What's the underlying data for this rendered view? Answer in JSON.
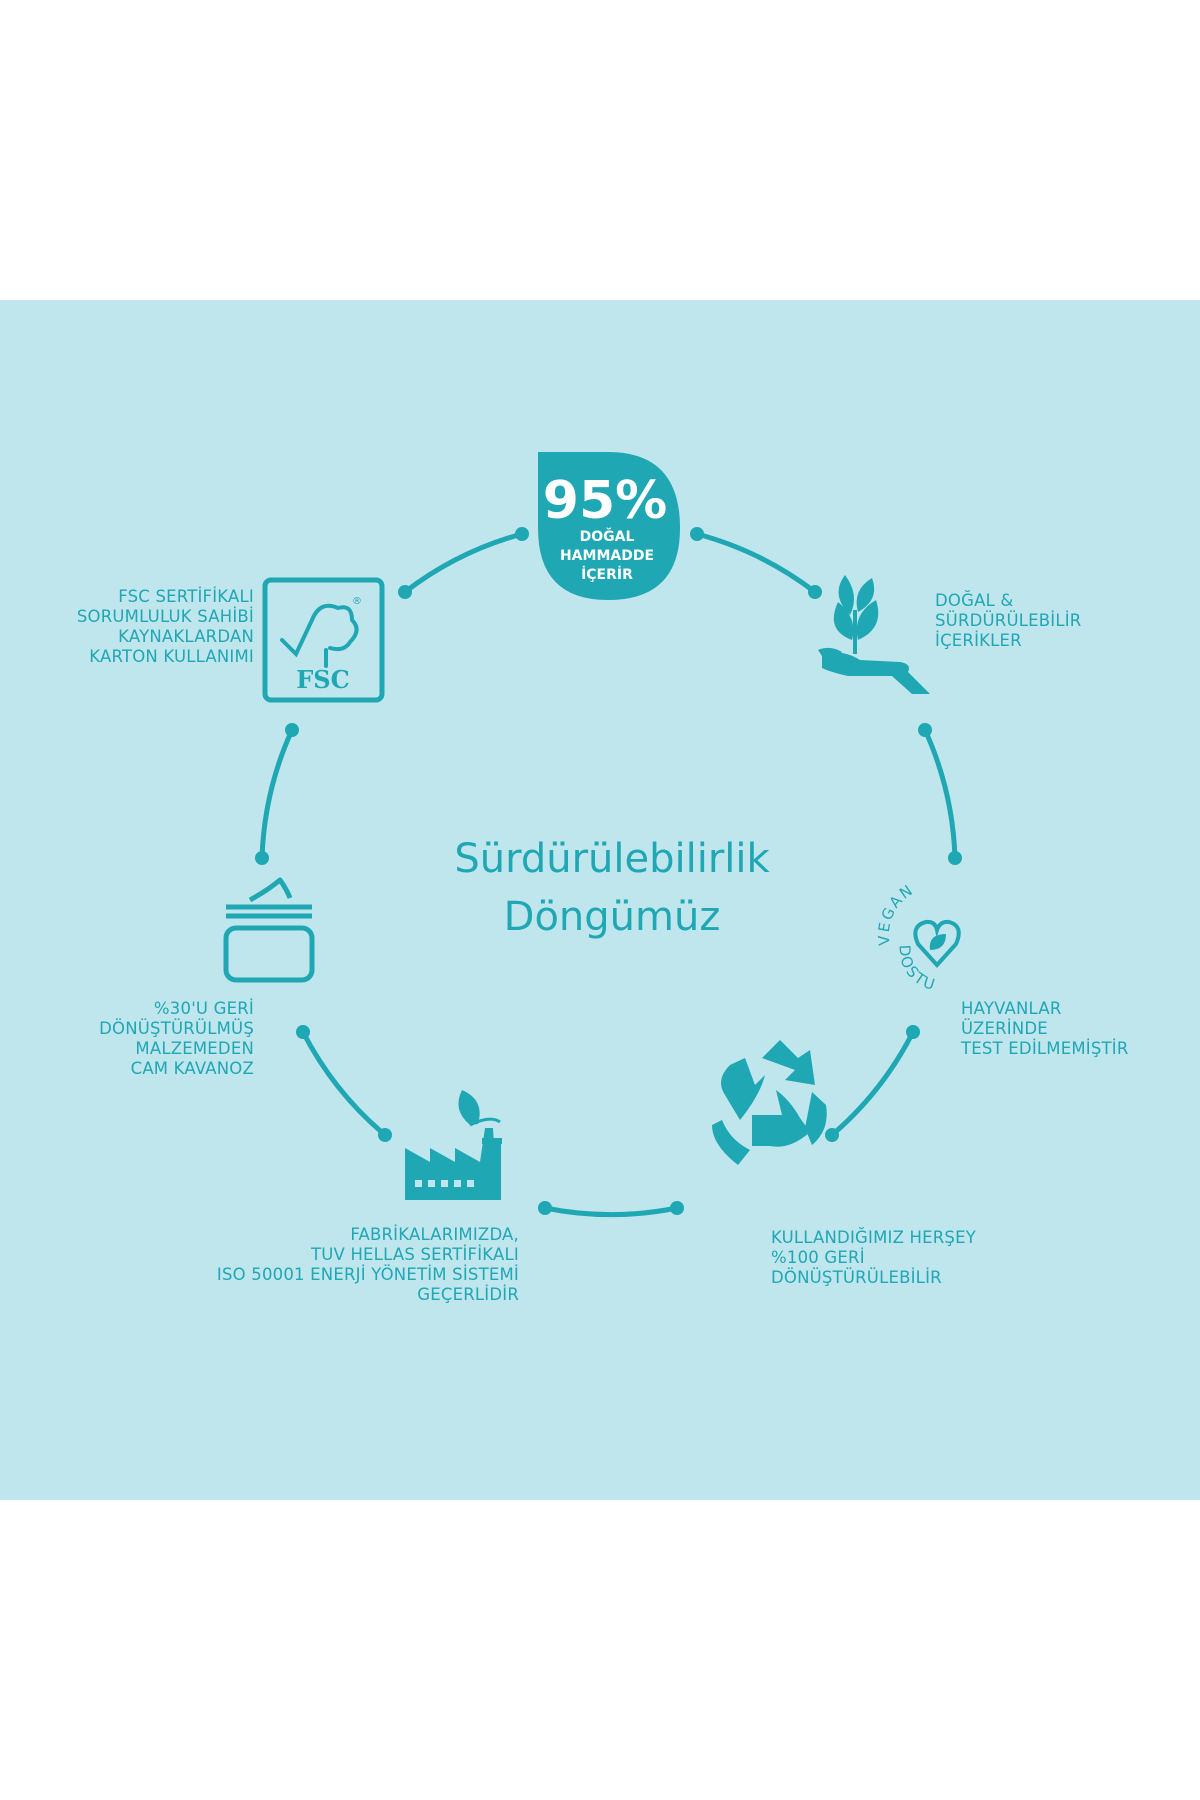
{
  "colors": {
    "panel": "#bfe5ed",
    "accent": "#1fa7b4",
    "page": "#ffffff"
  },
  "title": {
    "line1": "Sürdürülebilirlik",
    "line2": "Döngümüz"
  },
  "badge": {
    "percent": "95%",
    "line1": "DOĞAL",
    "line2": "HAMMADDE",
    "line3": "İÇERİR"
  },
  "fsc": {
    "logo_text": "FSC",
    "registered": "®",
    "caption": [
      "FSC SERTİFİKALI",
      "SORUMLULUK SAHİBİ",
      "KAYNAKLARDAN",
      "KARTON KULLANIMI"
    ]
  },
  "natural": {
    "icon": "hand-plant-icon",
    "caption": [
      "DOĞAL &",
      "SÜRDÜRÜLEBİLİR",
      "İÇERİKLER"
    ]
  },
  "vegan": {
    "arc_top": "VEGAN",
    "arc_bottom": "DOSTU",
    "caption": [
      "HAYVANLAR",
      "ÜZERİNDE",
      "TEST EDİLMEMİŞTİR"
    ]
  },
  "recycle": {
    "icon": "recycle-icon",
    "caption": [
      "KULLANDIĞIMIZ HERŞEY",
      "%100 GERİ",
      "DÖNÜŞTÜRÜLEBİLİR"
    ]
  },
  "factory": {
    "icon": "factory-leaf-icon",
    "caption": [
      "FABRİKALARIMIZDA,",
      "TUV HELLAS SERTİFİKALI",
      "ISO 50001 ENERJİ YÖNETİM SİSTEMİ",
      "GEÇERLİDİR"
    ]
  },
  "jar": {
    "icon": "glass-jar-icon",
    "caption": [
      "%30'U GERİ",
      "DÖNÜŞTÜRÜLMÜŞ",
      "MALZEMEDEN",
      "CAM KAVANOZ"
    ]
  }
}
